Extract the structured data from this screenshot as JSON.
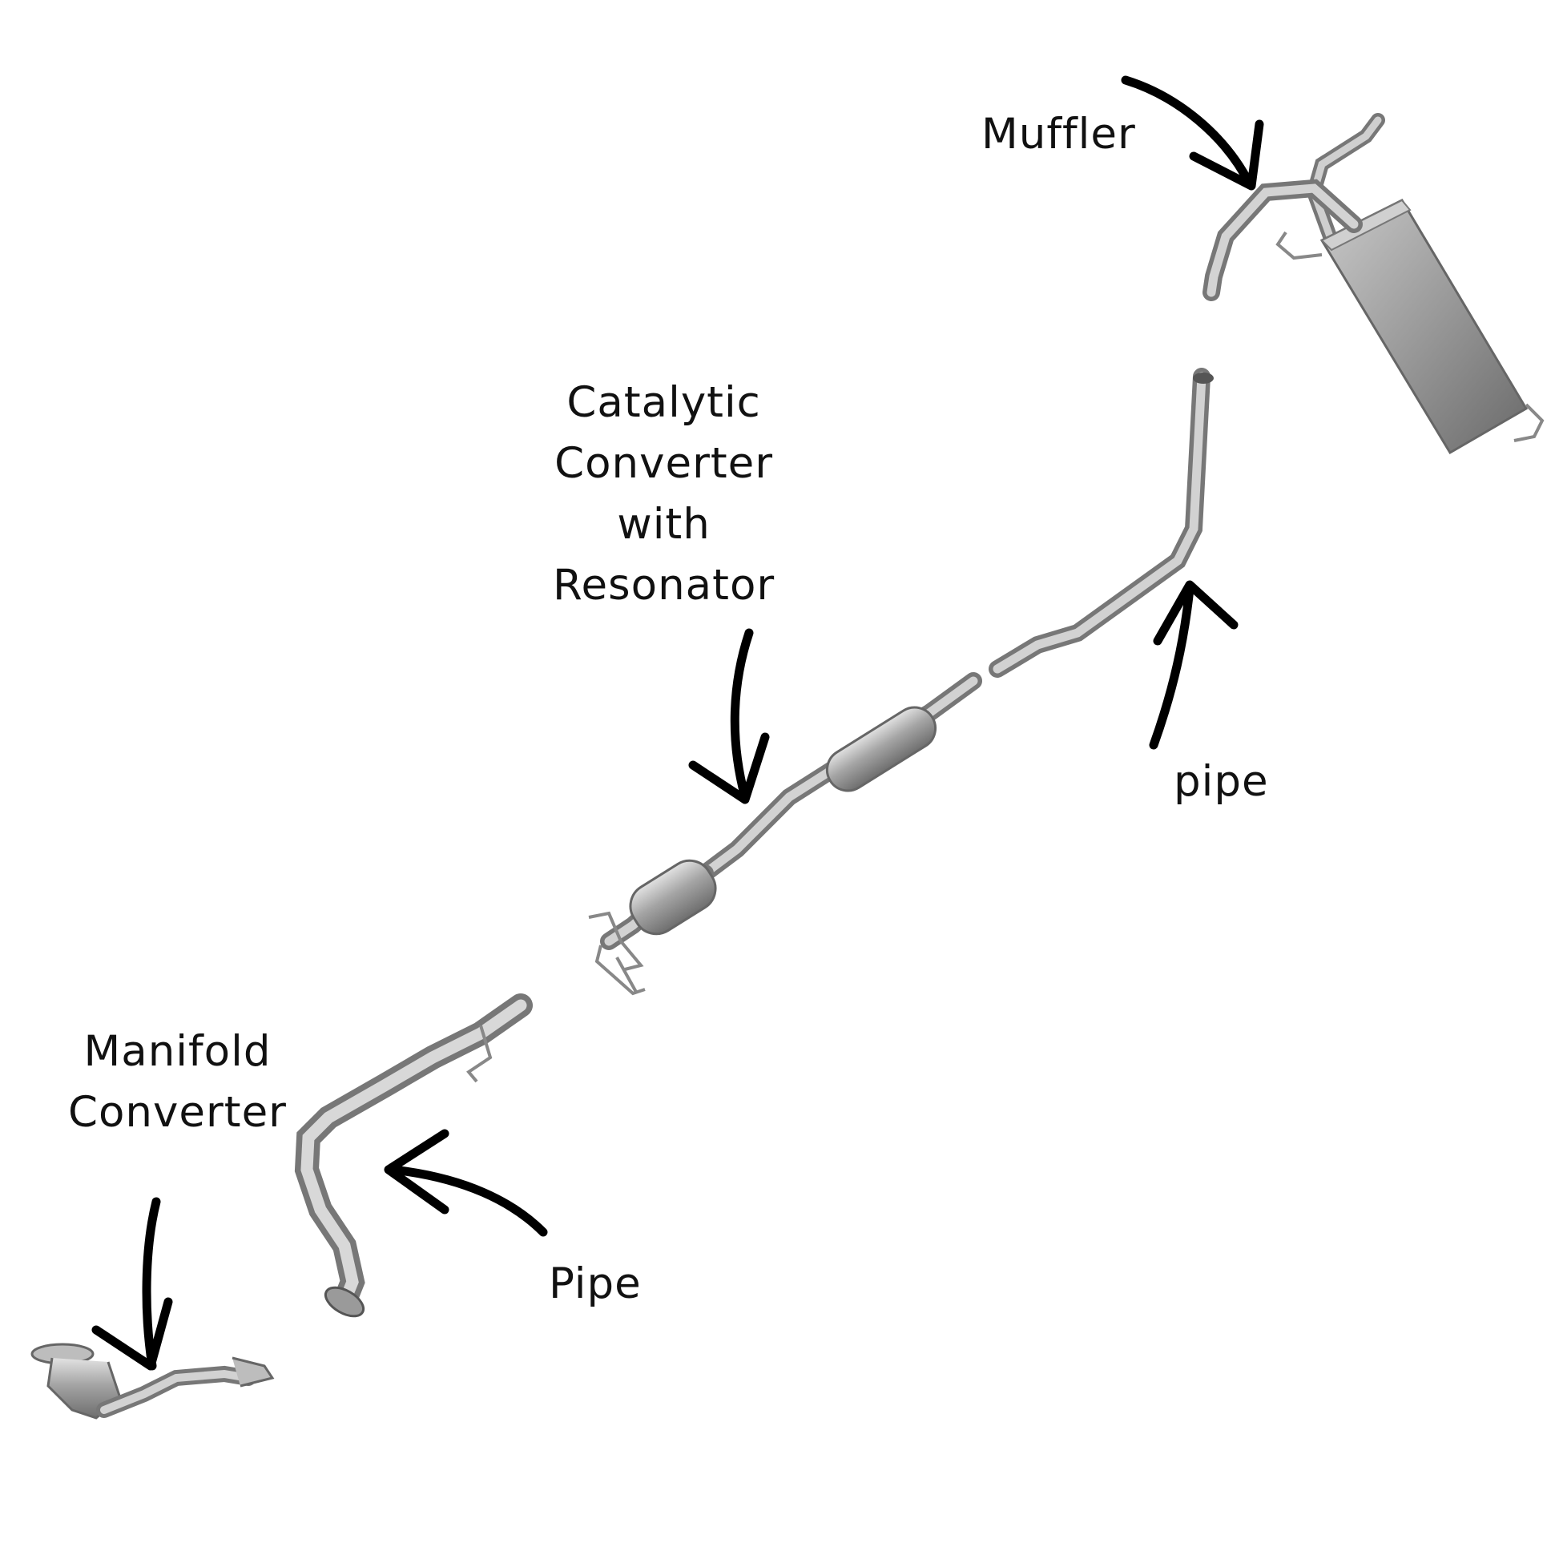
{
  "labels": {
    "muffler": [
      "Muffler"
    ],
    "catalytic_converter": [
      "Catalytic",
      "Converter",
      "with",
      "Resonator"
    ],
    "pipe_upper": [
      "pipe"
    ],
    "manifold_converter": [
      "Manifold",
      "Converter"
    ],
    "pipe_lower": [
      "Pipe"
    ]
  },
  "colors": {
    "pipe": "#a9a9a9",
    "pipe_dark": "#7d7d7d",
    "pipe_light": "#d6d6d6",
    "arrow": "#000000",
    "text": "#111111"
  }
}
